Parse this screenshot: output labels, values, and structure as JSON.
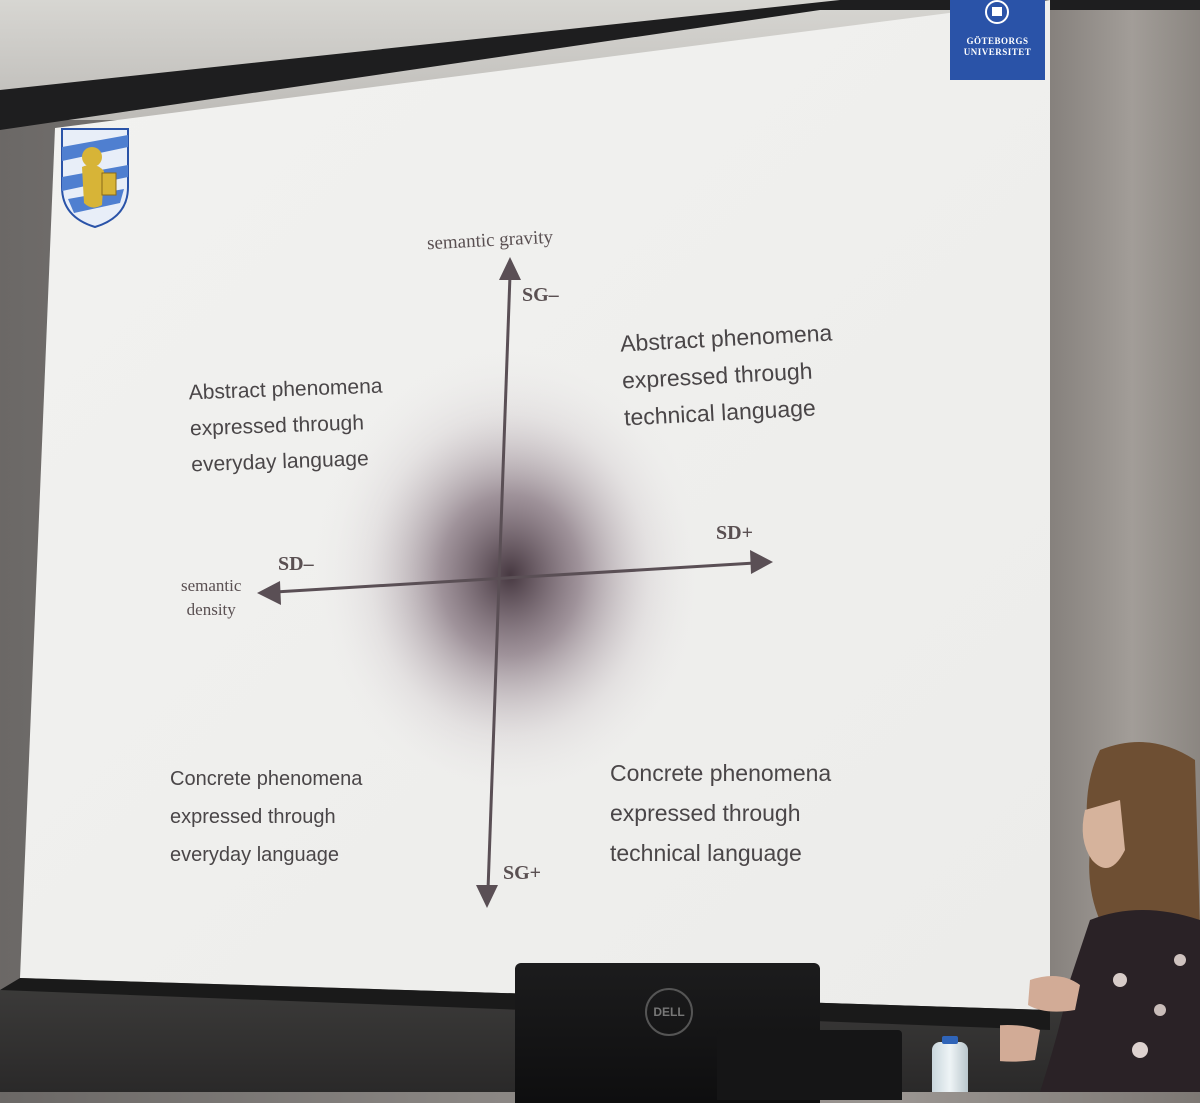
{
  "slide": {
    "axis_y_title": "semantic gravity",
    "axis_y_top": "SG–",
    "axis_y_bottom": "SG+",
    "axis_x_right": "SD+",
    "axis_x_left": "SD–",
    "axis_x_title_line1": "semantic",
    "axis_x_title_line2": "density",
    "top_left": [
      "Abstract phenomena",
      "expressed through",
      "everyday language"
    ],
    "top_right": [
      "Abstract phenomena",
      "expressed through",
      "technical language"
    ],
    "bottom_left": [
      "Concrete phenomena",
      "expressed through",
      "everyday language"
    ],
    "bottom_right": [
      "Concrete phenomena",
      "expressed through",
      "technical language"
    ]
  },
  "logo": {
    "line1": "GÖTEBORGS",
    "line2": "UNIVERSITET",
    "color": "#2a53a8"
  },
  "laptop": {
    "brand": "DELL"
  },
  "icons": [
    "university-emblem-icon",
    "city-crest-icon"
  ]
}
